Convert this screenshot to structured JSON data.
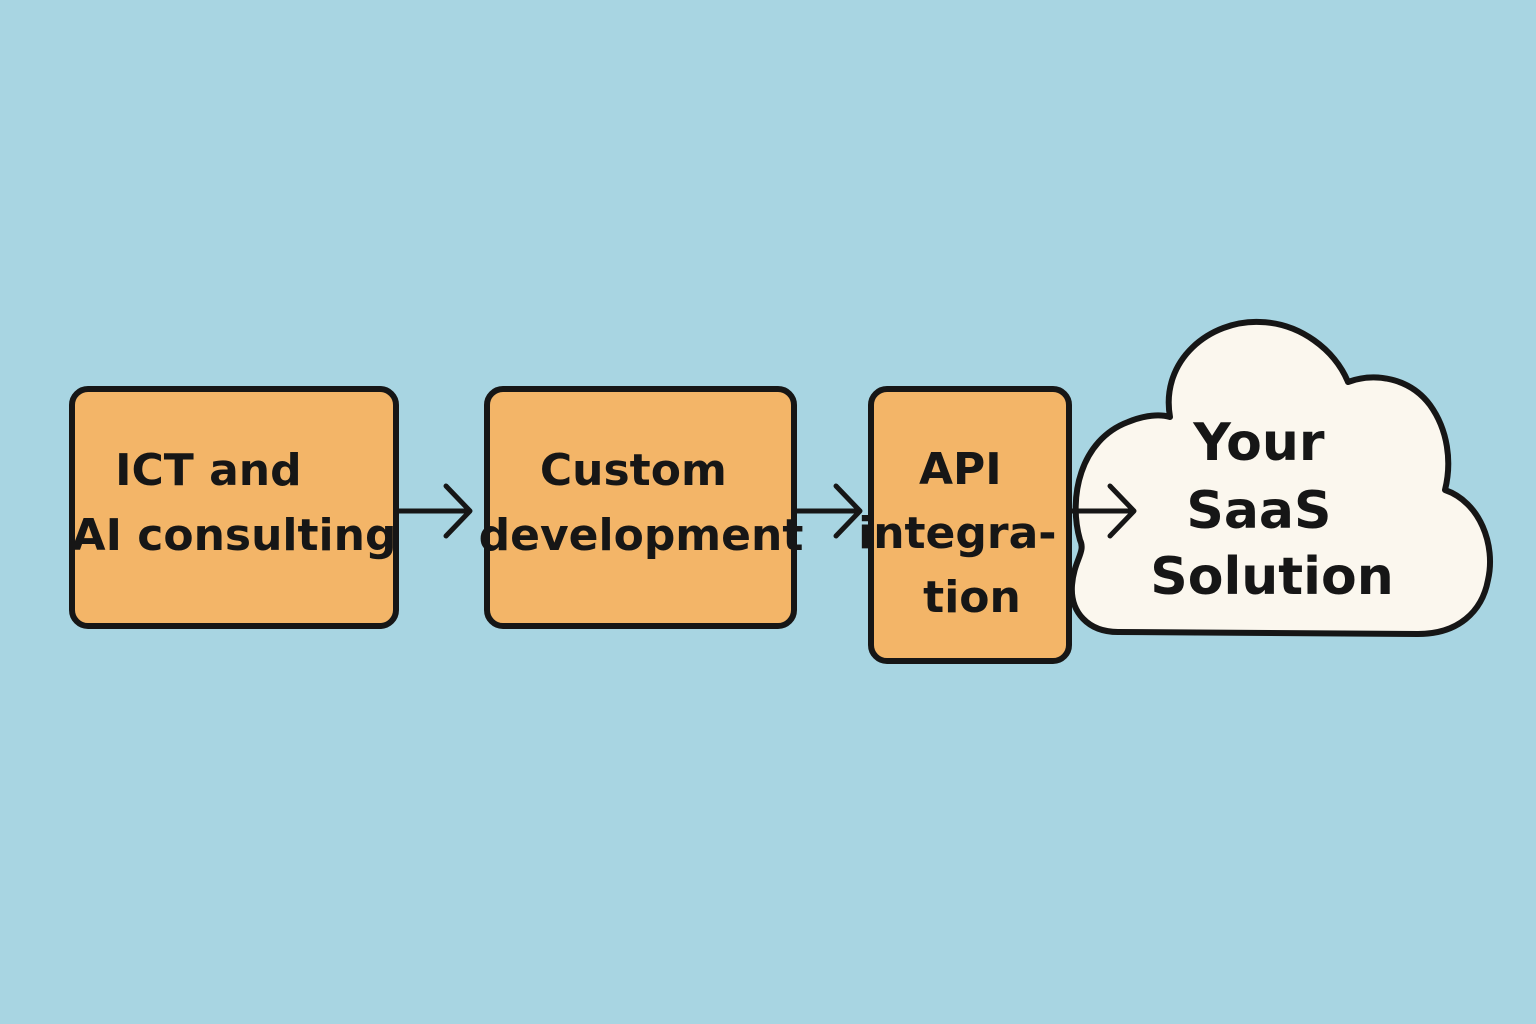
{
  "colors": {
    "background": "#a8d5e2",
    "box_fill": "#f3b568",
    "cloud_fill": "#fbf7ee",
    "outline": "#161616"
  },
  "nodes": [
    {
      "lines": [
        "ICT and",
        "AI consulting"
      ]
    },
    {
      "lines": [
        "Custom",
        "development"
      ]
    },
    {
      "lines": [
        "API",
        "integra-",
        "tion"
      ]
    },
    {
      "lines": [
        "Your",
        "SaaS",
        "Solution"
      ]
    }
  ]
}
